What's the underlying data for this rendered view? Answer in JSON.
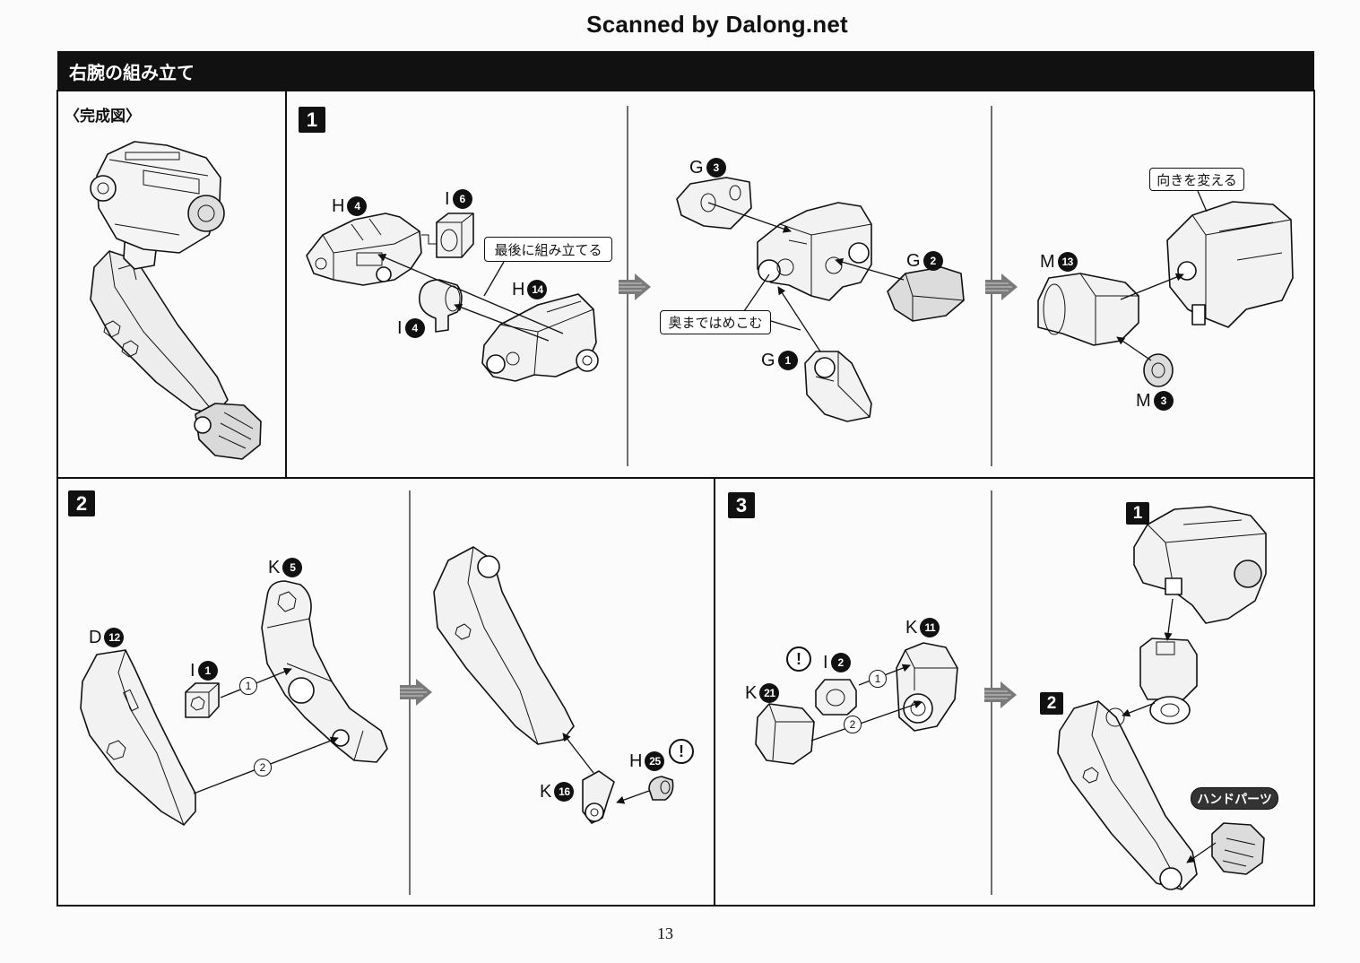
{
  "header": {
    "scan_credit": "Scanned by Dalong.net"
  },
  "title_bar": {
    "title": "右腕の組み立て"
  },
  "completed_view": {
    "label": "〈完成図〉"
  },
  "step1": {
    "badge": "1",
    "attach_frame": {
      "parts": [
        {
          "letter": "H",
          "number": "4"
        },
        {
          "letter": "I",
          "number": "6"
        },
        {
          "letter": "H",
          "number": "14"
        },
        {
          "letter": "I",
          "number": "4"
        }
      ],
      "callout": "最後に組み立てる"
    },
    "attach_covers": {
      "parts": [
        {
          "letter": "G",
          "number": "3"
        },
        {
          "letter": "G",
          "number": "2"
        },
        {
          "letter": "G",
          "number": "1"
        }
      ],
      "callout": "奥まではめこむ"
    },
    "attach_joint": {
      "parts": [
        {
          "letter": "M",
          "number": "13"
        },
        {
          "letter": "M",
          "number": "3"
        }
      ],
      "callout": "向きを変える"
    }
  },
  "step2": {
    "badge": "2",
    "forearm": {
      "parts": [
        {
          "letter": "K",
          "number": "5"
        },
        {
          "letter": "D",
          "number": "12"
        },
        {
          "letter": "I",
          "number": "1"
        }
      ],
      "order_refs": [
        "1",
        "2"
      ]
    },
    "wrist": {
      "parts": [
        {
          "letter": "H",
          "number": "25"
        },
        {
          "letter": "K",
          "number": "16"
        }
      ],
      "caution_mark": "!"
    }
  },
  "step3": {
    "badge": "3",
    "elbow": {
      "parts": [
        {
          "letter": "K",
          "number": "11"
        },
        {
          "letter": "I",
          "number": "2"
        },
        {
          "letter": "K",
          "number": "21"
        }
      ],
      "order_refs": [
        "1",
        "2"
      ],
      "caution_mark": "!"
    },
    "final_assembly": {
      "sub_badges": [
        "1",
        "2"
      ],
      "hand_parts_label": "ハンドパーツ"
    }
  },
  "page_number": "13",
  "colors": {
    "ink": "#111111",
    "paper": "#fbfbfb",
    "arrow_gray": "#7a7a7a"
  }
}
